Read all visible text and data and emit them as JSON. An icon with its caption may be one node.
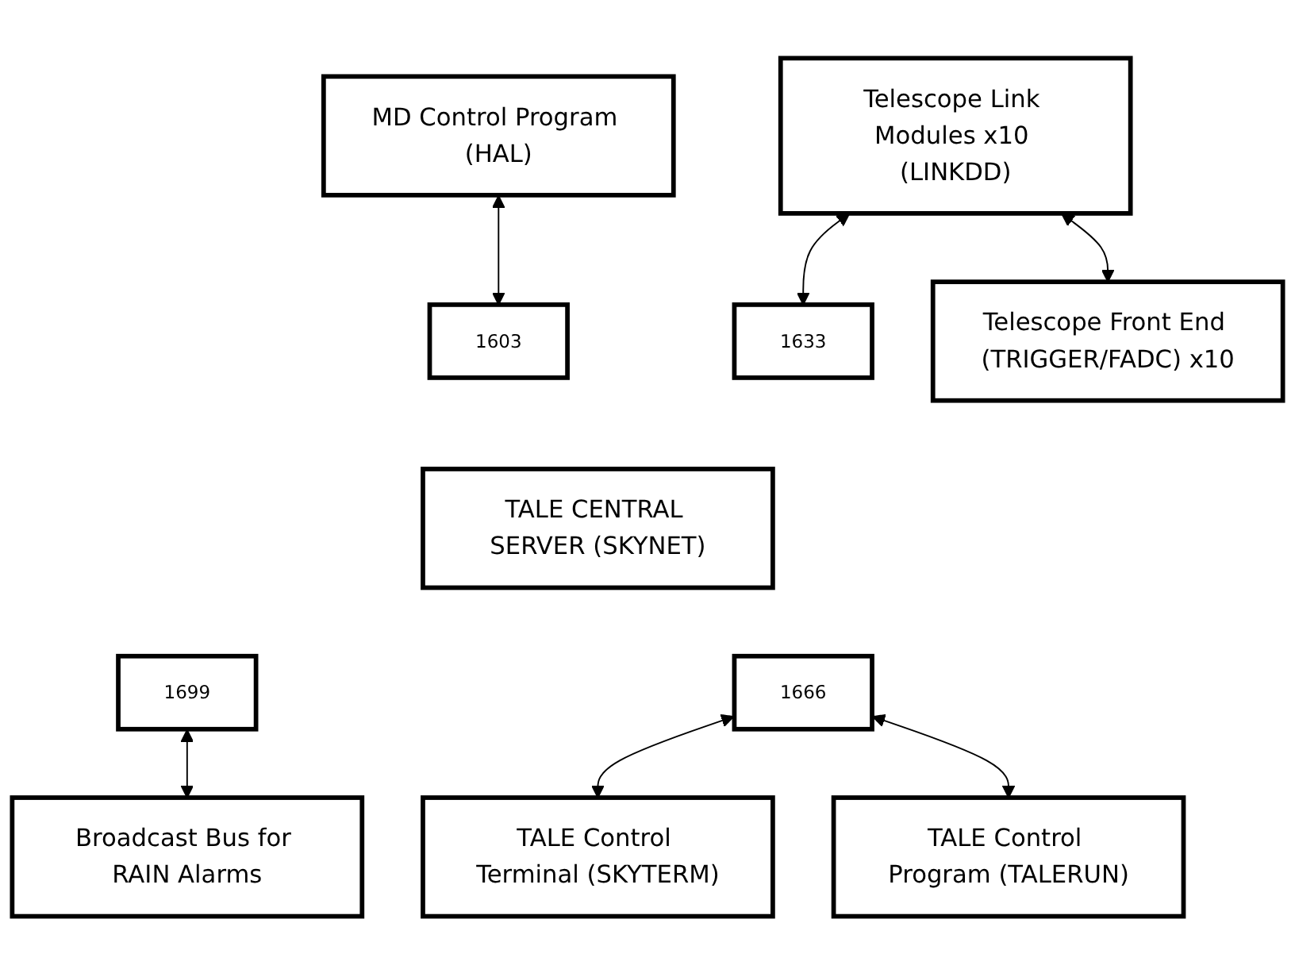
{
  "diagram": {
    "nodes": [
      {
        "text": [
          "MD Control Program (HAL)"
        ]
      },
      {
        "text": [
          "Telescope Link Modules x10 (LINKDD)"
        ]
      },
      {
        "text": [
          "Telescope Front End (TRIGGER/FADC) x10"
        ]
      },
      {
        "text": [
          "1603"
        ]
      },
      {
        "text": [
          "1633"
        ]
      },
      {
        "text": [
          "TALE CENTRAL SERVER (SKYNET)"
        ]
      },
      {
        "text": [
          "1699"
        ]
      },
      {
        "text": [
          "Broadcast Bus for RAIN Alarms"
        ]
      },
      {
        "text": [
          "1666"
        ]
      },
      {
        "text": [
          "TALE Control Terminal (SKYTERM)"
        ]
      },
      {
        "text": [
          "TALE Control Program (TALERUN)"
        ]
      }
    ],
    "edges": [
      {
        "from": 0,
        "to": 3,
        "arrow": "both"
      },
      {
        "from": 1,
        "to": 4,
        "arrow": "both"
      },
      {
        "from": 1,
        "to": 2,
        "arrow": "both"
      },
      {
        "from": 6,
        "to": 7,
        "arrow": "both"
      },
      {
        "from": 8,
        "to": 9,
        "arrow": "both"
      },
      {
        "from": 8,
        "to": 10,
        "arrow": "both"
      }
    ]
  }
}
